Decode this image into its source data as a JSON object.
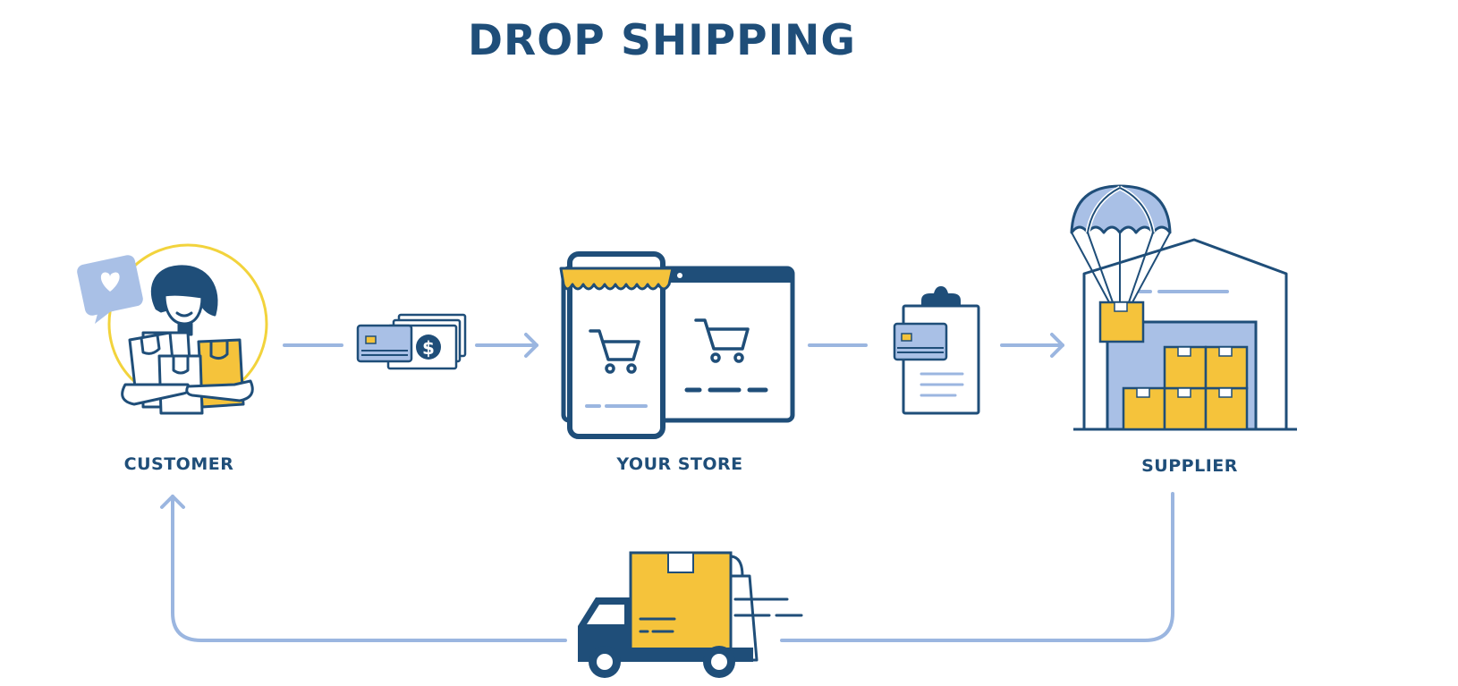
{
  "title": "DROP SHIPPING",
  "nodes": {
    "customer": "CUSTOMER",
    "store": "YOUR STORE",
    "supplier": "SUPPLIER"
  },
  "icons": [
    "heart-speech-bubble-icon",
    "customer-with-bags-icon",
    "credit-card-icon",
    "cash-dollar-icon",
    "phone-store-icon",
    "laptop-store-icon",
    "order-clipboard-icon",
    "warehouse-icon",
    "parachute-package-icon",
    "delivery-truck-icon"
  ],
  "colors": {
    "navy": "#1f4e79",
    "flow": "#9bb6e0",
    "yellow": "#f5c33b",
    "light_blue": "#a9c0e6",
    "circle": "#f2d33c"
  }
}
